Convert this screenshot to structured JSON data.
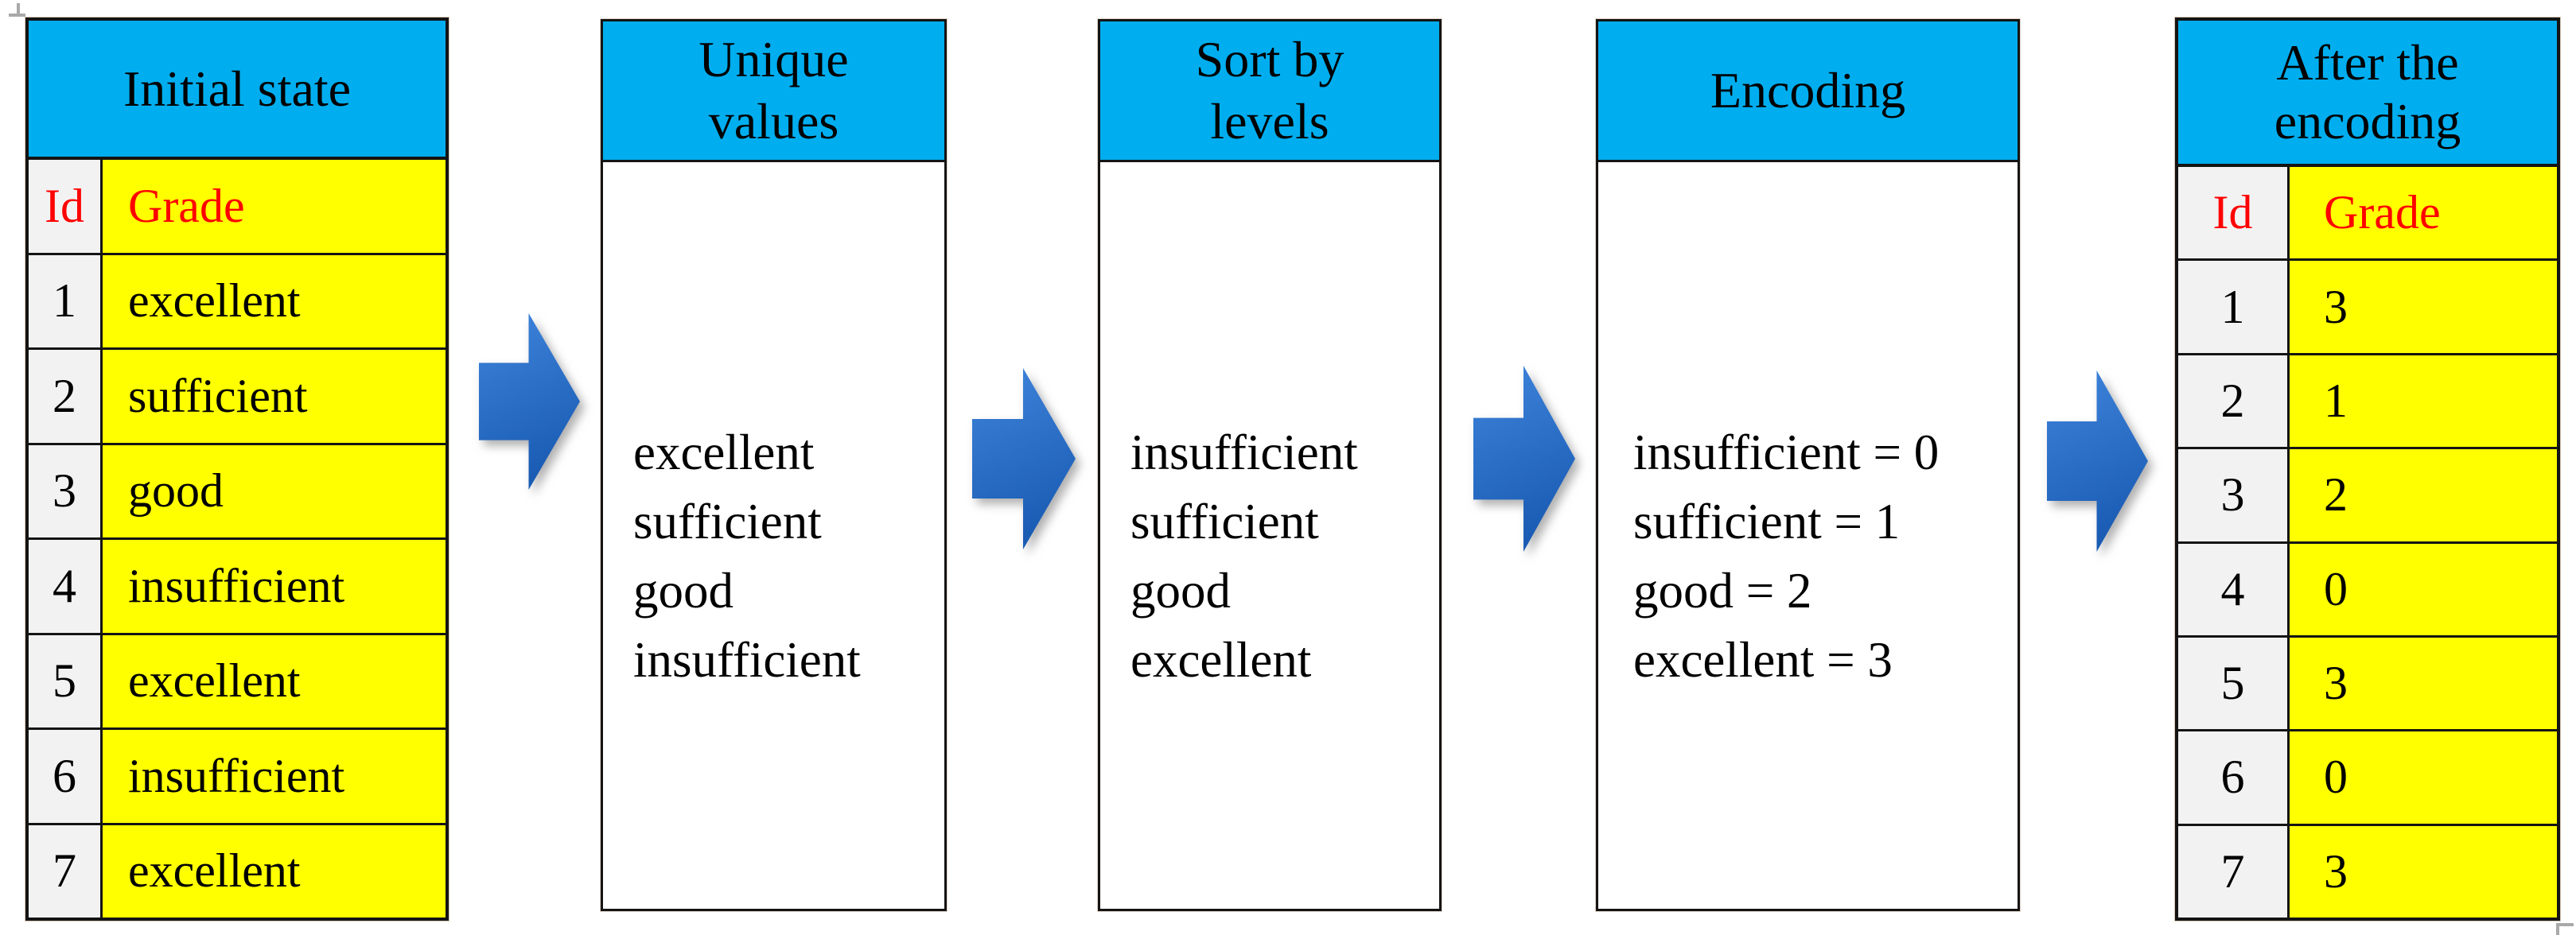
{
  "panels": [
    {
      "id": "initial-state",
      "type": "table",
      "title": "Initial state",
      "title_lines": [
        "Initial state"
      ],
      "columns": [
        "Id",
        "Grade"
      ],
      "rows": [
        [
          "1",
          "excellent"
        ],
        [
          "2",
          "sufficient"
        ],
        [
          "3",
          "good"
        ],
        [
          "4",
          "insufficient"
        ],
        [
          "5",
          "excellent"
        ],
        [
          "6",
          "insufficient"
        ],
        [
          "7",
          "excellent"
        ]
      ]
    },
    {
      "id": "unique-values",
      "type": "list",
      "title": "Unique values",
      "title_lines": [
        "Unique",
        "values"
      ],
      "lines": [
        "excellent",
        "sufficient",
        "good",
        "insufficient"
      ]
    },
    {
      "id": "sort-by-levels",
      "type": "list",
      "title": "Sort by levels",
      "title_lines": [
        "Sort by",
        "levels"
      ],
      "lines": [
        "insufficient",
        "sufficient",
        "good",
        "excellent"
      ]
    },
    {
      "id": "encoding",
      "type": "list",
      "title": "Encoding",
      "title_lines": [
        "Encoding"
      ],
      "lines": [
        "insufficient = 0",
        "sufficient = 1",
        "good = 2",
        "excellent = 3"
      ]
    },
    {
      "id": "after-encoding",
      "type": "table",
      "title": "After the encoding",
      "title_lines": [
        "After the",
        "encoding"
      ],
      "columns": [
        "Id",
        "Grade"
      ],
      "rows": [
        [
          "1",
          "3"
        ],
        [
          "2",
          "1"
        ],
        [
          "3",
          "2"
        ],
        [
          "4",
          "0"
        ],
        [
          "5",
          "3"
        ],
        [
          "6",
          "0"
        ],
        [
          "7",
          "3"
        ]
      ]
    }
  ],
  "arrows": {
    "icon": "block-arrow-right-icon",
    "count": 4,
    "direction": "right",
    "fill": "#2268C8"
  },
  "colors": {
    "panel_header_fill": "#00AEEF",
    "grade_column_fill": "#FFFF00",
    "id_column_fill": "#F2F2F2",
    "column_header_text": "#FF0000",
    "body_text": "#000000",
    "border": "#141414",
    "arrow_fill": "#2268C8",
    "background": "#FFFFFF"
  }
}
